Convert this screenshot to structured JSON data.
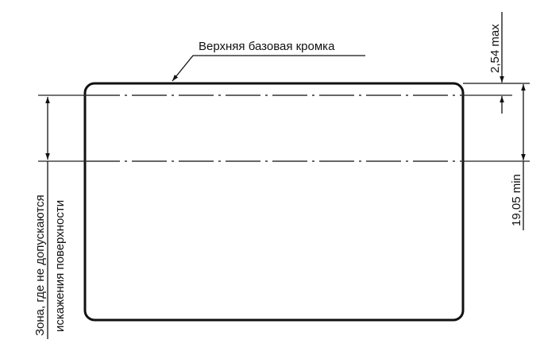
{
  "diagram": {
    "title_label": "Верхняя базовая кромка",
    "dimension_top": "2,54 max",
    "dimension_right": "19,05 min",
    "zone_label_line1": "Зона, где не допускаются",
    "zone_label_line2": "искажения поверхности",
    "colors": {
      "stroke": "#111111",
      "centerline": "#333333",
      "background": "#ffffff"
    }
  }
}
